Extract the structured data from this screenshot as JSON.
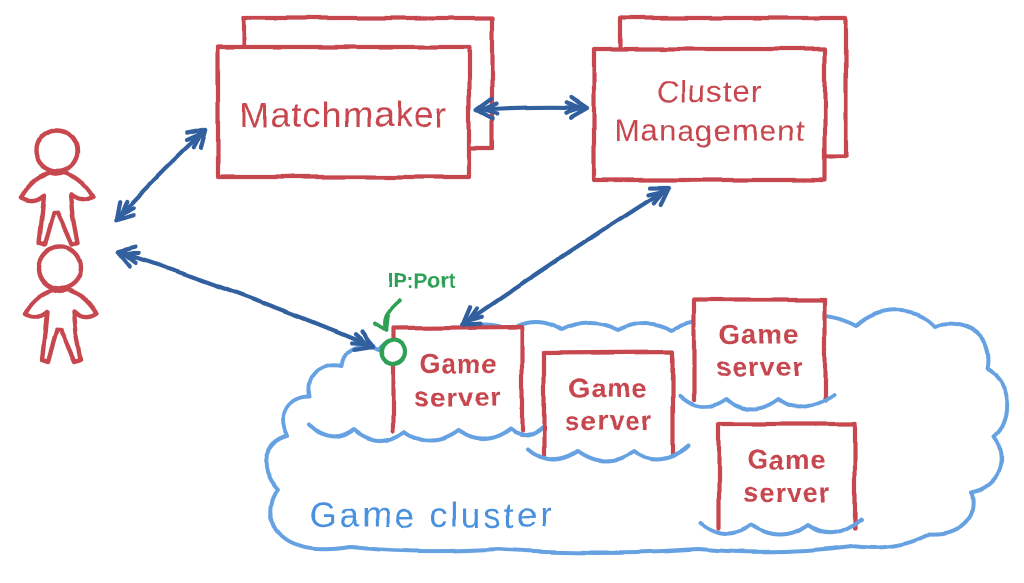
{
  "colors": {
    "box_red": "#c7474f",
    "arrow_blue": "#30609f",
    "cloud_blue": "#66a2e2",
    "cloud_text_blue": "#4a91de",
    "port_green": "#2da156",
    "background": "#ffffff"
  },
  "nodes": {
    "users": {
      "icon": "person-icon",
      "count": 2
    },
    "matchmaker": {
      "label": "Matchmaker",
      "stacked": true
    },
    "cluster_management": {
      "line1": "Cluster",
      "line2": "Management",
      "stacked": true
    },
    "game_servers": [
      {
        "line1": "Game",
        "line2": "server",
        "has_port_indicator": true
      },
      {
        "line1": "Game",
        "line2": "server"
      },
      {
        "line1": "Game",
        "line2": "server"
      },
      {
        "line1": "Game",
        "line2": "server"
      }
    ],
    "game_cluster": {
      "label": "Game cluster",
      "icon": "cloud-icon"
    },
    "ip_port": {
      "label": "IP:Port",
      "icon": "port-circle-icon"
    }
  },
  "edges": [
    {
      "from": "users",
      "to": "matchmaker",
      "bidirectional": true
    },
    {
      "from": "matchmaker",
      "to": "cluster-management",
      "bidirectional": true
    },
    {
      "from": "users",
      "to": "game-server-1-port",
      "bidirectional": true
    },
    {
      "from": "game-server-1",
      "to": "cluster-management",
      "bidirectional": true
    },
    {
      "from": "ip-port-label",
      "to": "game-server-1-port",
      "bidirectional": false
    }
  ]
}
